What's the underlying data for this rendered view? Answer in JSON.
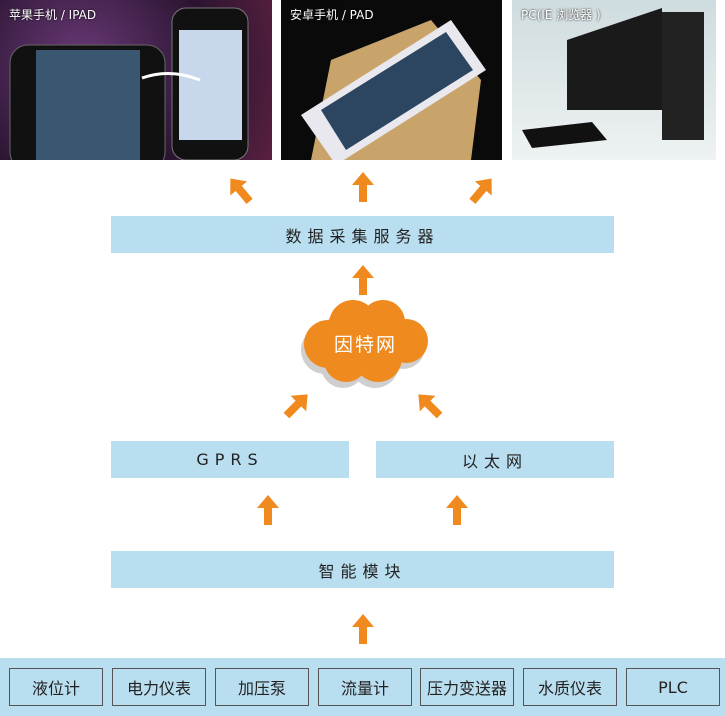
{
  "photos": [
    {
      "caption": "苹果手机 / IPAD"
    },
    {
      "caption": "安卓手机 / PAD"
    },
    {
      "caption": "PC(IE 浏览器 )"
    }
  ],
  "server": "数据采集服务器",
  "internet": "因特网",
  "gprs": "GPRS",
  "ethernet": "以太网",
  "module": "智能模块",
  "devices": [
    "液位计",
    "电力仪表",
    "加压泵",
    "流量计",
    "压力变送器",
    "水质仪表",
    "PLC"
  ],
  "colors": {
    "arrow": "#f08a1e",
    "box": "#b9def0",
    "cloud": "#ef8a1f"
  }
}
